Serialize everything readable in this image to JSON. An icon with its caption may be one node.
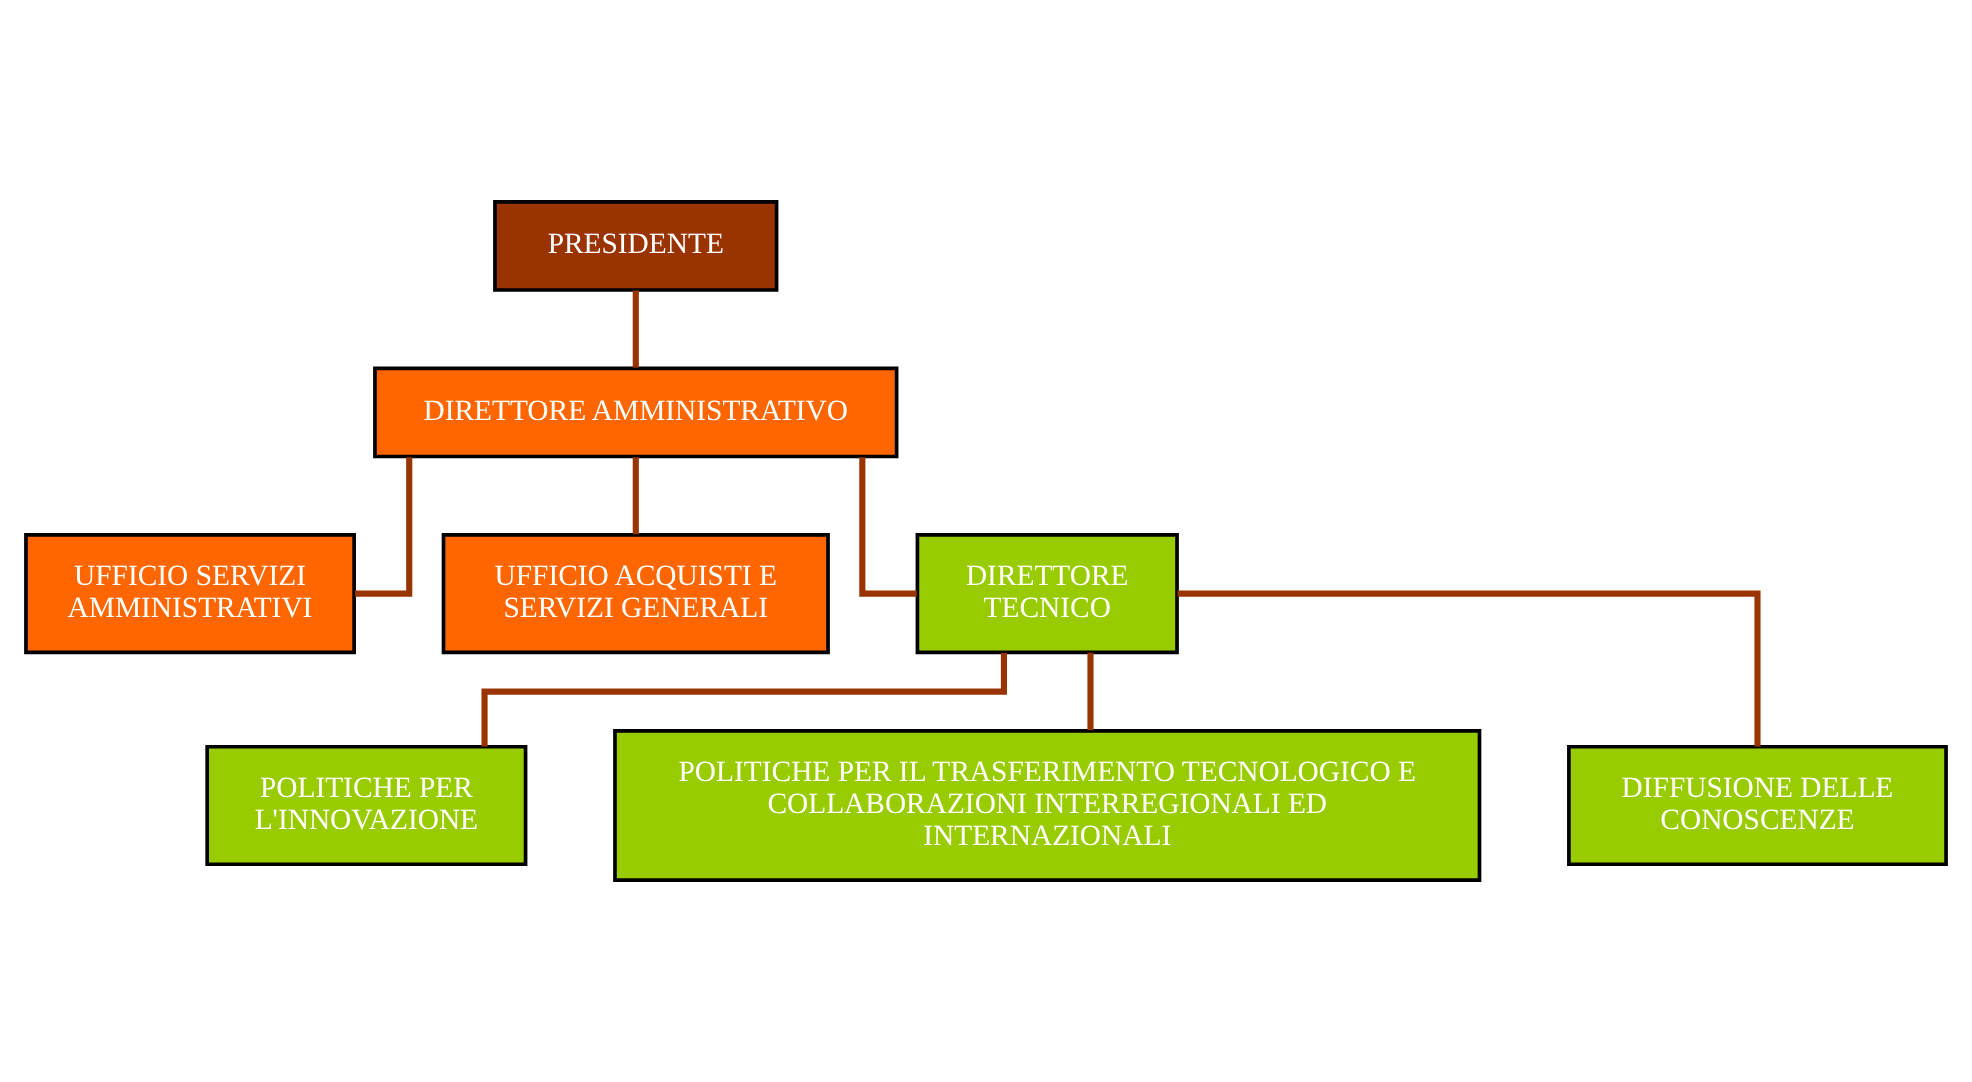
{
  "diagram": {
    "nodes": [
      {
        "text": [
          "PRESIDENTE"
        ]
      },
      {
        "text": [
          "DIRETTORE AMMINISTRATIVO"
        ]
      },
      {
        "text": [
          "UFFICIO SERVIZI AMMINISTRATIVI"
        ]
      },
      {
        "text": [
          "UFFICIO ACQUISTI E SERVIZI GENERALI"
        ]
      },
      {
        "text": [
          "DIRETTORE TECNICO"
        ]
      },
      {
        "text": [
          "POLITICHE PER L'INNOVAZIONE"
        ]
      },
      {
        "text": [
          "POLITICHE PER IL TRASFERIMENTO TECNOLOGICO E COLLABORAZIONI INTERREGIONALI ED INTERNAZIONALI"
        ]
      },
      {
        "text": [
          "DIFFUSIONE DELLE CONOSCENZE"
        ]
      }
    ],
    "edges": [
      {
        "from": 0,
        "to": 1,
        "arrow": "none"
      },
      {
        "from": 1,
        "to": 2,
        "arrow": "none"
      },
      {
        "from": 1,
        "to": 3,
        "arrow": "none"
      },
      {
        "from": 1,
        "to": 4,
        "arrow": "none"
      },
      {
        "from": 4,
        "to": 5,
        "arrow": "none"
      },
      {
        "from": 4,
        "to": 6,
        "arrow": "none"
      },
      {
        "from": 4,
        "to": 7,
        "arrow": "none"
      }
    ]
  }
}
